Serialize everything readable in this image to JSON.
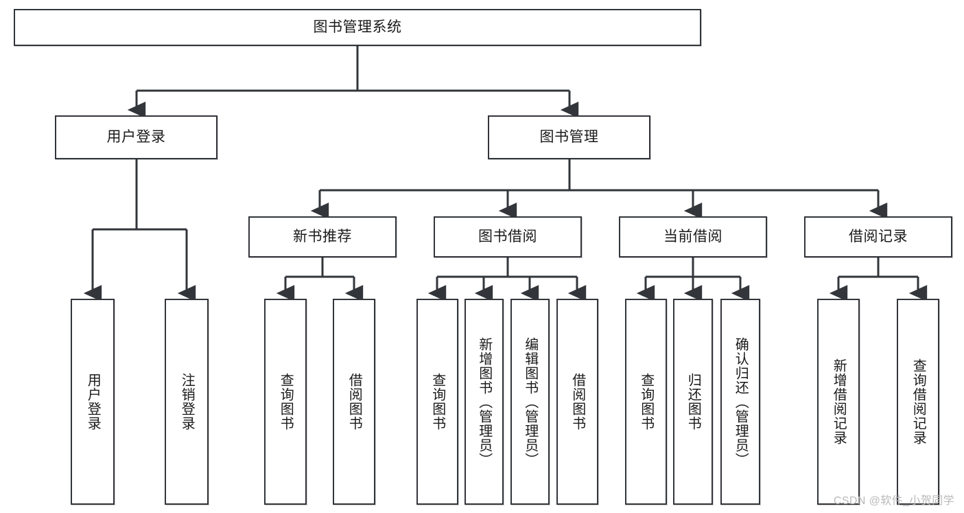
{
  "diagram": {
    "type": "tree-hierarchy",
    "title": "图书管理系统",
    "colors": {
      "stroke": "#32353a",
      "box_fill": "#ffffff",
      "text": "#1a1a1a",
      "background": "#ffffff",
      "watermark": "#b9b9b9"
    },
    "levels": {
      "root": {
        "label": "图书管理系统",
        "orientation": "horizontal"
      },
      "level2": [
        {
          "id": "user-login",
          "label": "用户登录",
          "orientation": "horizontal"
        },
        {
          "id": "book-management",
          "label": "图书管理",
          "orientation": "horizontal"
        }
      ],
      "level3": [
        {
          "id": "new-book-recommend",
          "label": "新书推荐",
          "orientation": "horizontal",
          "parent": "book-management"
        },
        {
          "id": "book-borrow",
          "label": "图书借阅",
          "orientation": "horizontal",
          "parent": "book-management"
        },
        {
          "id": "current-borrow",
          "label": "当前借阅",
          "orientation": "horizontal",
          "parent": "book-management"
        },
        {
          "id": "borrow-record",
          "label": "借阅记录",
          "orientation": "horizontal",
          "parent": "book-management"
        }
      ],
      "leaves": [
        {
          "id": "leaf-user-login",
          "label": "用户登录",
          "orientation": "vertical",
          "parent": "user-login"
        },
        {
          "id": "leaf-logout",
          "label": "注销登录",
          "orientation": "vertical",
          "parent": "user-login"
        },
        {
          "id": "leaf-query-book-1",
          "label": "查询图书",
          "orientation": "vertical",
          "parent": "new-book-recommend"
        },
        {
          "id": "leaf-borrow-book-1",
          "label": "借阅图书",
          "orientation": "vertical",
          "parent": "new-book-recommend"
        },
        {
          "id": "leaf-query-book-2",
          "label": "查询图书",
          "orientation": "vertical",
          "parent": "book-borrow"
        },
        {
          "id": "leaf-add-book",
          "label": "新增图书（管理员）",
          "orientation": "vertical",
          "parent": "book-borrow"
        },
        {
          "id": "leaf-edit-book",
          "label": "编辑图书（管理员）",
          "orientation": "vertical",
          "parent": "book-borrow"
        },
        {
          "id": "leaf-borrow-book-2",
          "label": "借阅图书",
          "orientation": "vertical",
          "parent": "book-borrow"
        },
        {
          "id": "leaf-query-book-3",
          "label": "查询图书",
          "orientation": "vertical",
          "parent": "current-borrow"
        },
        {
          "id": "leaf-return-book",
          "label": "归还图书",
          "orientation": "vertical",
          "parent": "current-borrow"
        },
        {
          "id": "leaf-confirm-return",
          "label": "确认归还（管理员）",
          "orientation": "vertical",
          "parent": "current-borrow"
        },
        {
          "id": "leaf-add-record",
          "label": "新增借阅记录",
          "orientation": "vertical",
          "parent": "borrow-record"
        },
        {
          "id": "leaf-query-record",
          "label": "查询借阅记录",
          "orientation": "vertical",
          "parent": "borrow-record"
        }
      ]
    },
    "watermark": "CSDN @软件_小贺同学"
  }
}
